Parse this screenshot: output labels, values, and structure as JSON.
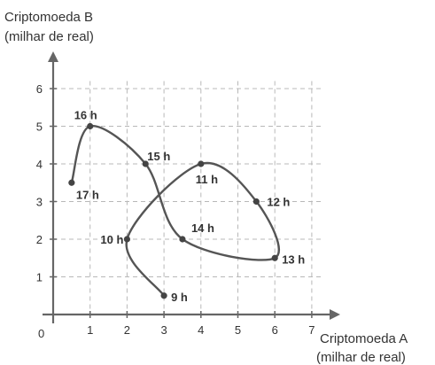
{
  "chart_data": {
    "type": "line",
    "y_title_line1": "Criptomoeda B",
    "y_title_line2": "(milhar de real)",
    "x_title_line1": "Criptomoeda A",
    "x_title_line2": "(milhar de real)",
    "origin_label": "0",
    "x_ticks": [
      1,
      2,
      3,
      4,
      5,
      6,
      7
    ],
    "y_ticks": [
      1,
      2,
      3,
      4,
      5,
      6
    ],
    "xlim": [
      0,
      7
    ],
    "ylim": [
      0,
      6
    ],
    "grid": true,
    "points": [
      {
        "label": "9 h",
        "x": 3.0,
        "y": 0.5
      },
      {
        "label": "10 h",
        "x": 2.0,
        "y": 2.0
      },
      {
        "label": "11 h",
        "x": 4.0,
        "y": 4.0
      },
      {
        "label": "12 h",
        "x": 5.5,
        "y": 3.0
      },
      {
        "label": "13 h",
        "x": 6.0,
        "y": 1.5
      },
      {
        "label": "14 h",
        "x": 3.5,
        "y": 2.0
      },
      {
        "label": "15 h",
        "x": 2.5,
        "y": 4.0
      },
      {
        "label": "16 h",
        "x": 1.0,
        "y": 5.0
      },
      {
        "label": "17 h",
        "x": 0.5,
        "y": 3.5
      }
    ]
  }
}
